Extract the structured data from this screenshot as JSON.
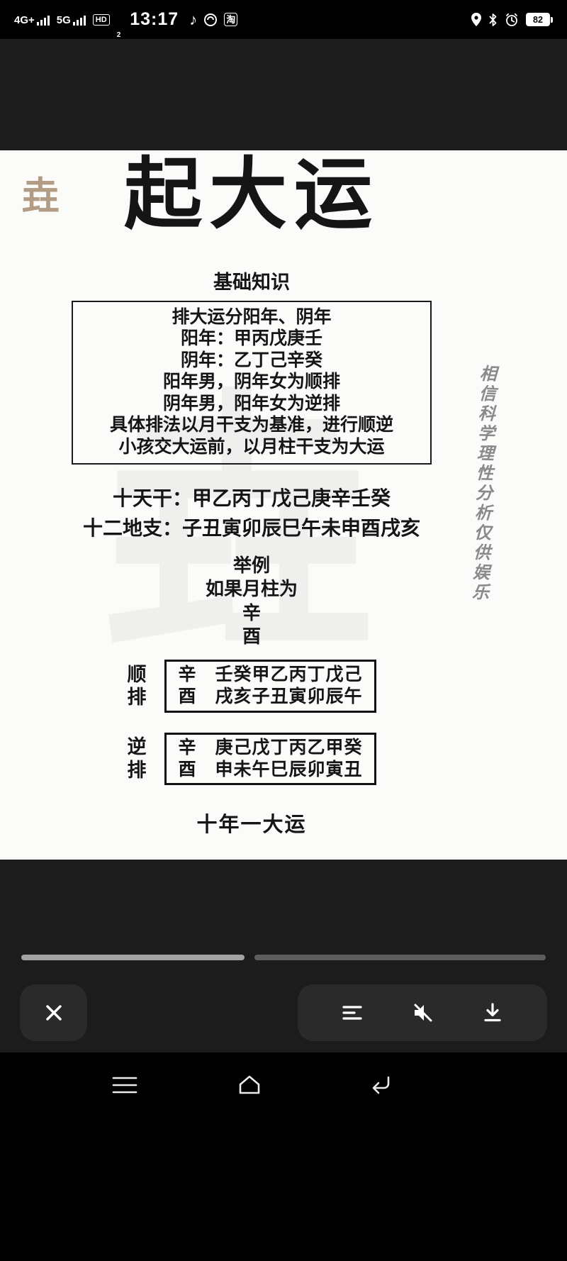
{
  "status_bar": {
    "network_primary": "4G+",
    "network_secondary": "5G",
    "hd_badge": "HD",
    "hd_sim": "2",
    "time": "13:17",
    "music_app_note": "♪",
    "taobao_badge": "淘",
    "battery_percent": "82"
  },
  "doc": {
    "corner_logo": "垚",
    "title": "起大运",
    "section_heading": "基础知识",
    "rules": [
      "排大运分阳年、阴年",
      "阳年：甲丙戊庚壬",
      "阴年：乙丁己辛癸",
      "阳年男，阴年女为顺排",
      "阴年男，阳年女为逆排",
      "具体排法以月干支为基准，进行顺逆",
      "小孩交大运前，以月柱干支为大运"
    ],
    "stems_line": "十天干：甲乙丙丁戊己庚辛壬癸",
    "branches_line": "十二地支：子丑寅卯辰巳午未申酉戌亥",
    "example": {
      "heading": "举例",
      "intro": "如果月柱为",
      "stem": "辛",
      "branch": "酉"
    },
    "forward": {
      "label_char1": "顺",
      "label_char2": "排",
      "line1": "辛　壬癸甲乙丙丁戊己",
      "line2": "酉　戌亥子丑寅卯辰午"
    },
    "reverse": {
      "label_char1": "逆",
      "label_char2": "排",
      "line1": "辛　庚己戊丁丙乙甲癸",
      "line2": "酉　申未午巳辰卯寅丑"
    },
    "closing_line": "十年一大运",
    "vertical_watermark": "相信科学理性分析仅供娱乐",
    "background_watermark": "垚"
  },
  "progress": {
    "played_percent": 42.5
  },
  "icons": {
    "close": "close-icon",
    "list": "list-icon",
    "mute": "muted-speaker-icon",
    "download": "download-icon",
    "nav_menu": "recent-apps-icon",
    "nav_home": "home-icon",
    "nav_back": "back-icon"
  },
  "colors": {
    "doc_background": "#fbfbf9",
    "band_background": "#1c1c1c",
    "button_background": "#2a2a2a",
    "logo_tan": "#b39c86",
    "watermark_gray": "#8a8a8a"
  }
}
